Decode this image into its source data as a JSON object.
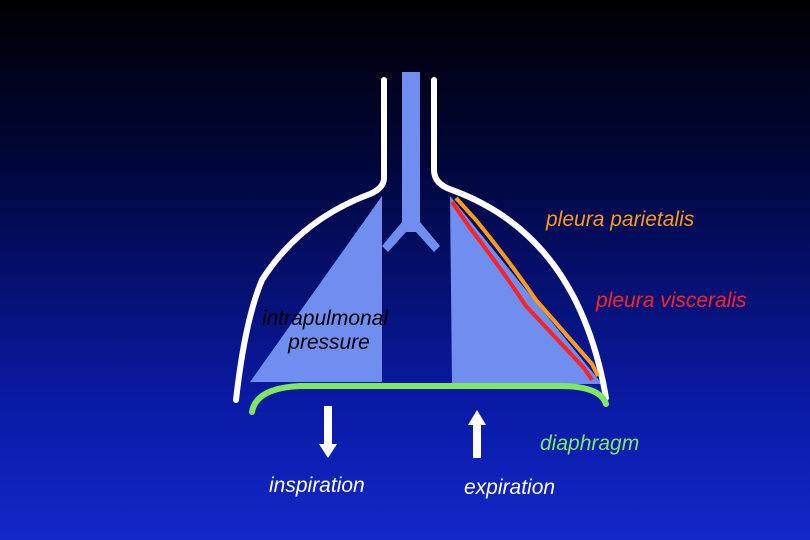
{
  "labels": {
    "pleura_parietalis": "pleura parietalis",
    "pleura_visceralis": "pleura visceralis",
    "intrapulmonal_line1": "intrapulmonal",
    "intrapulmonal_line2": "pressure",
    "diaphragm": "diaphragm",
    "inspiration": "inspiration",
    "expiration": "expiration"
  },
  "colors": {
    "lung": "#6f8ef0",
    "pleura_parietalis": "#ff9a1a",
    "pleura_visceralis": "#ff2222",
    "diaphragm": "#7ee860",
    "thorax_wall": "#ffffff"
  }
}
